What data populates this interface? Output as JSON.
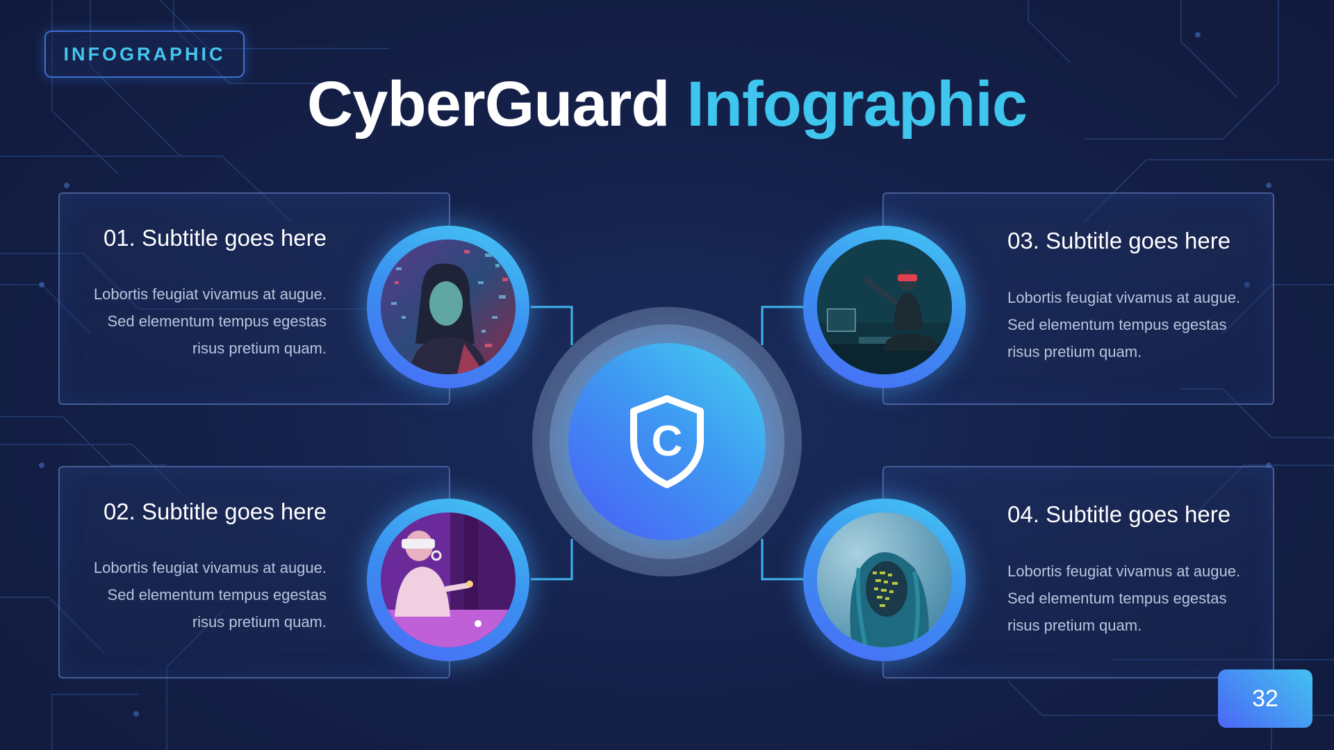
{
  "tag": {
    "label": "INFOGRAPHIC"
  },
  "title": {
    "part1": "CyberGuard",
    "part2": "Infographic"
  },
  "cards": [
    {
      "heading": "01. Subtitle goes here",
      "lines": [
        "Lobortis feugiat vivamus at augue.",
        "Sed elementum tempus egestas",
        "risus pretium quam."
      ],
      "photo": "person-with-code-projection-photo"
    },
    {
      "heading": "02. Subtitle goes here",
      "lines": [
        "Lobortis feugiat vivamus at augue.",
        "Sed elementum tempus egestas",
        "risus pretium quam."
      ],
      "photo": "person-with-vr-headset-photo"
    },
    {
      "heading": "03. Subtitle goes here",
      "lines": [
        "Lobortis feugiat vivamus at augue.",
        "Sed elementum tempus egestas",
        "risus pretium quam."
      ],
      "photo": "person-with-vr-at-desk-photo"
    },
    {
      "heading": "04. Subtitle goes here",
      "lines": [
        "Lobortis feugiat vivamus at augue.",
        "Sed elementum tempus egestas",
        "risus pretium quam."
      ],
      "photo": "woman-with-code-on-face-photo"
    }
  ],
  "hub": {
    "icon": "shield-c-icon",
    "letter": "C"
  },
  "page": {
    "number": "32"
  },
  "colors": {
    "accent": "#3fc6ee",
    "background": "#15214a",
    "gradient_start": "#4a5cf6",
    "gradient_end": "#46d0f0"
  }
}
